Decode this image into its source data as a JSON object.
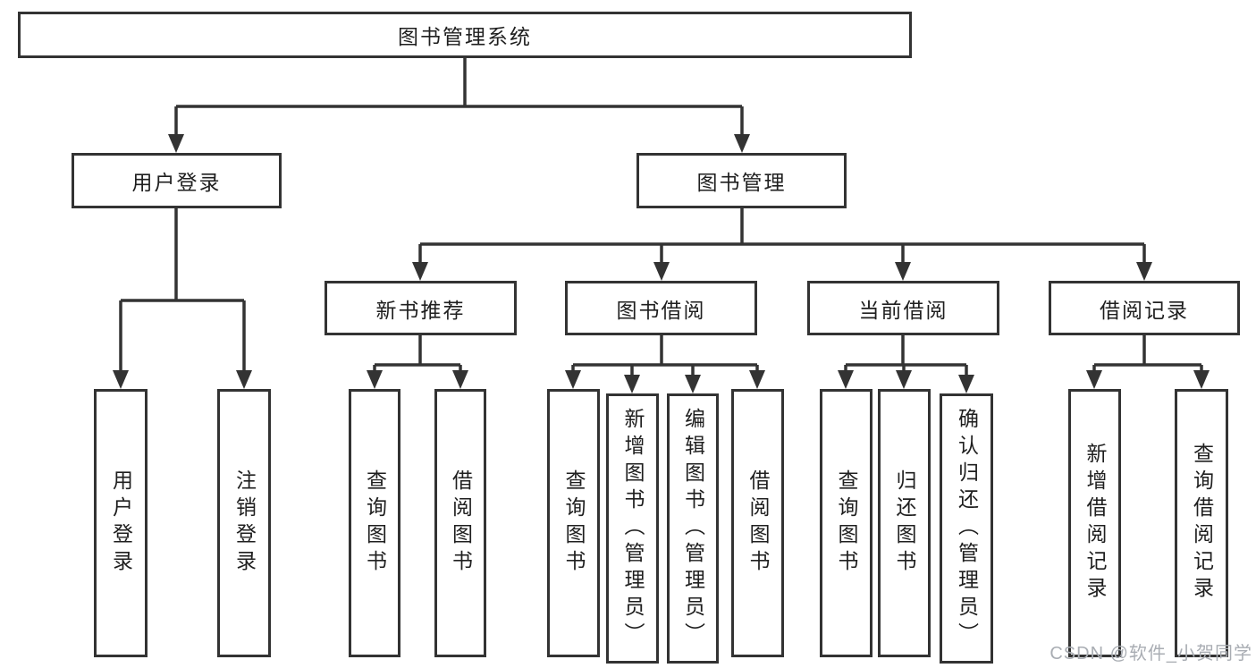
{
  "theme": {
    "line_color": "#333333",
    "box_border_color": "#333333",
    "text_color": "#1f1f1f",
    "background": "#ffffff",
    "watermark_color": "#a9adb3"
  },
  "watermark": {
    "text": "CSDN @软件_小贺同学"
  },
  "tree": {
    "root": {
      "label": "图书管理系统"
    },
    "branches": [
      {
        "label": "用户登录",
        "children": [
          {
            "label": "用户登录"
          },
          {
            "label": "注销登录"
          }
        ]
      },
      {
        "label": "图书管理",
        "children": [
          {
            "label": "新书推荐",
            "children": [
              {
                "label": "查询图书"
              },
              {
                "label": "借阅图书"
              }
            ]
          },
          {
            "label": "图书借阅",
            "children": [
              {
                "label": "查询图书"
              },
              {
                "label": "新增图书（管理员）"
              },
              {
                "label": "编辑图书（管理员）"
              },
              {
                "label": "借阅图书"
              }
            ]
          },
          {
            "label": "当前借阅",
            "children": [
              {
                "label": "查询图书"
              },
              {
                "label": "归还图书"
              },
              {
                "label": "确认归还（管理员）"
              }
            ]
          },
          {
            "label": "借阅记录",
            "children": [
              {
                "label": "新增借阅记录"
              },
              {
                "label": "查询借阅记录"
              }
            ]
          }
        ]
      }
    ]
  }
}
